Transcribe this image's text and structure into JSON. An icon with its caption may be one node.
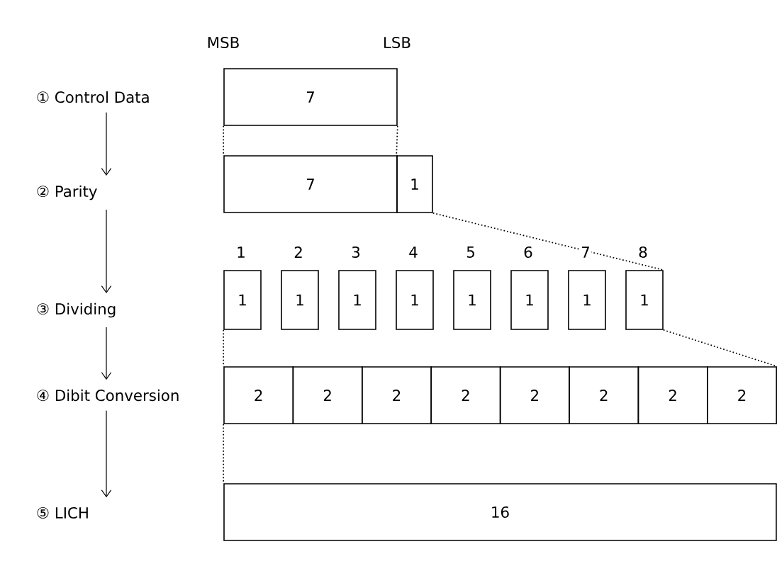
{
  "diagram": {
    "nodes": [
      {
        "text": [
          "① Control Data"
        ]
      },
      {
        "text": [
          "② Parity"
        ]
      },
      {
        "text": [
          "③ Dividing"
        ]
      },
      {
        "text": [
          "④ Dibit Conversion"
        ]
      },
      {
        "text": [
          "⑤ LICH"
        ]
      },
      {
        "text": [
          "7"
        ]
      },
      {
        "text": [
          "7"
        ]
      },
      {
        "text": [
          "1"
        ]
      },
      {
        "text": [
          "1"
        ]
      },
      {
        "text": [
          "1"
        ]
      },
      {
        "text": [
          "1"
        ]
      },
      {
        "text": [
          "1"
        ]
      },
      {
        "text": [
          "1"
        ]
      },
      {
        "text": [
          "1"
        ]
      },
      {
        "text": [
          "1"
        ]
      },
      {
        "text": [
          "1"
        ]
      },
      {
        "text": [
          "2"
        ]
      },
      {
        "text": [
          "2"
        ]
      },
      {
        "text": [
          "2"
        ]
      },
      {
        "text": [
          "2"
        ]
      },
      {
        "text": [
          "2"
        ]
      },
      {
        "text": [
          "2"
        ]
      },
      {
        "text": [
          "2"
        ]
      },
      {
        "text": [
          "2"
        ]
      },
      {
        "text": [
          "16"
        ]
      }
    ],
    "edges": [
      {
        "from": 0,
        "to": 1,
        "arrow": "to"
      },
      {
        "from": 1,
        "to": 2,
        "arrow": "to"
      },
      {
        "from": 2,
        "to": 3,
        "arrow": "to"
      },
      {
        "from": 3,
        "to": 4,
        "arrow": "to"
      },
      {
        "from": 5,
        "to": 6,
        "arrow": "none",
        "style": "dashed"
      },
      {
        "from": 5,
        "to": 7,
        "arrow": "none",
        "style": "dashed"
      },
      {
        "from": 7,
        "to": 15,
        "arrow": "none",
        "style": "dashed"
      },
      {
        "from": 8,
        "to": 16,
        "arrow": "none",
        "style": "dashed"
      },
      {
        "from": 15,
        "to": 23,
        "arrow": "none",
        "style": "dashed"
      },
      {
        "from": 16,
        "to": 24,
        "arrow": "none",
        "style": "dashed"
      }
    ],
    "labels": [
      "MSB",
      "LSB",
      "1",
      "2",
      "3",
      "4",
      "5",
      "6",
      "7",
      "8"
    ]
  }
}
